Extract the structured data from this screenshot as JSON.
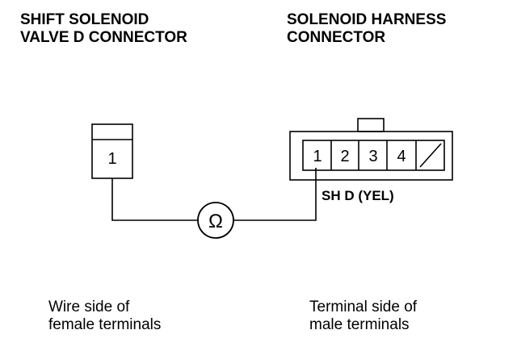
{
  "left_connector": {
    "title_line1": "SHIFT SOLENOID",
    "title_line2": "VALVE D CONNECTOR",
    "terminal": "1",
    "caption_line1": "Wire side of",
    "caption_line2": "female terminals"
  },
  "right_connector": {
    "title_line1": "SOLENOID HARNESS",
    "title_line2": "CONNECTOR",
    "terminals": [
      "1",
      "2",
      "3",
      "4"
    ],
    "wire_label": "SH D (YEL)",
    "caption_line1": "Terminal side of",
    "caption_line2": "male terminals"
  },
  "meter": {
    "symbol": "Ω"
  },
  "colors": {
    "line": "#000000",
    "background": "#ffffff"
  }
}
